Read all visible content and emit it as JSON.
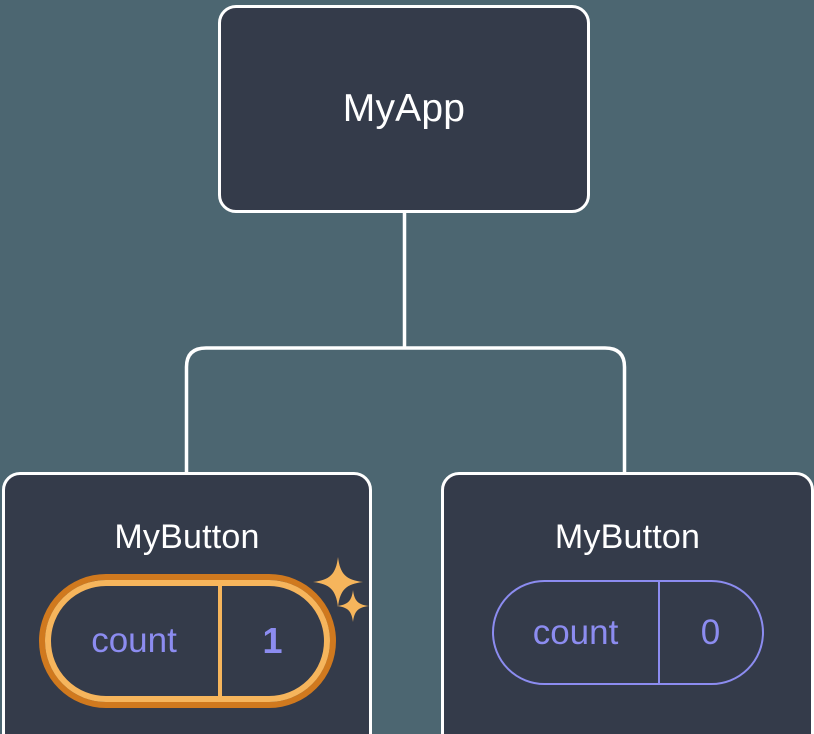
{
  "diagram": {
    "type": "component-tree",
    "background_color": "#4C6671",
    "node_fill_color": "#343B4A",
    "node_border_color": "#FFFFFF",
    "connector_color": "#FFFFFF",
    "state_color": "#8C8CF0",
    "highlight_inner_color": "#F6B55C",
    "highlight_outer_color": "#D0791E"
  },
  "root": {
    "title": "MyApp"
  },
  "children": [
    {
      "title": "MyButton",
      "state": {
        "key": "count",
        "value": "1"
      },
      "highlighted": true,
      "sparkles": [
        "sparkle-large",
        "sparkle-small"
      ]
    },
    {
      "title": "MyButton",
      "state": {
        "key": "count",
        "value": "0"
      },
      "highlighted": false,
      "sparkles": []
    }
  ]
}
